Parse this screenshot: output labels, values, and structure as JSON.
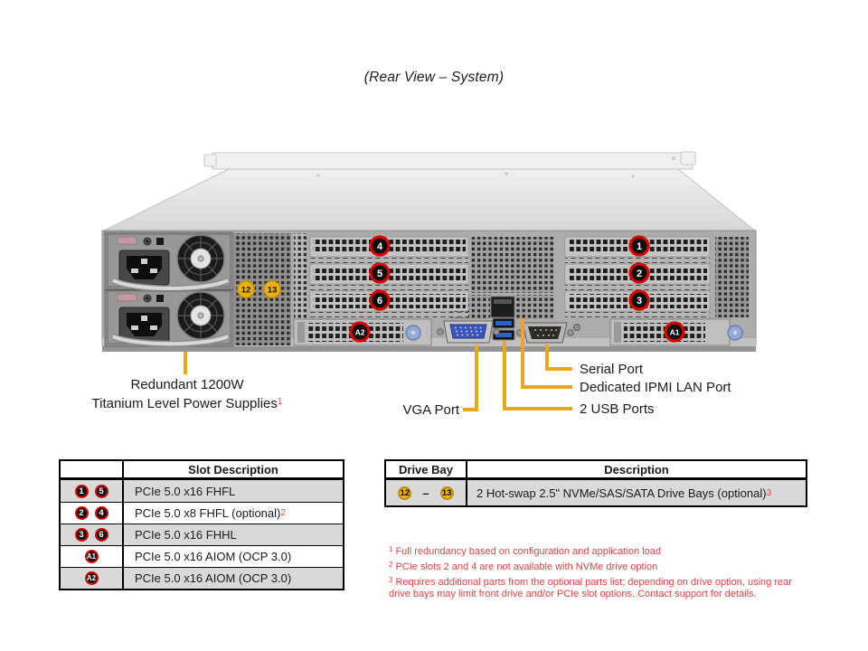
{
  "title": "(Rear View – System)",
  "diagram": {
    "badges": {
      "s1": "1",
      "s2": "2",
      "s3": "3",
      "s4": "4",
      "s5": "5",
      "s6": "6",
      "a1": "A1",
      "a2": "A2",
      "b12": "12",
      "b13": "13"
    },
    "labels": {
      "psu_line1": "Redundant 1200W",
      "psu_line2": "Titanium Level Power Supplies",
      "psu_sup": "1",
      "vga": "VGA Port",
      "serial": "Serial Port",
      "ipmi": "Dedicated IPMI LAN Port",
      "usb": "2 USB Ports"
    }
  },
  "slot_table": {
    "header": "Slot Description",
    "rows": [
      {
        "b1": "1",
        "b2": "5",
        "desc": "PCIe 5.0 x16 FHFL",
        "sup": ""
      },
      {
        "b1": "2",
        "b2": "4",
        "desc": "PCIe 5.0 x8 FHFL (optional)",
        "sup": "2"
      },
      {
        "b1": "3",
        "b2": "6",
        "desc": "PCIe 5.0 x16 FHHL",
        "sup": ""
      },
      {
        "b1": "A1",
        "desc": "PCIe 5.0 x16 AIOM (OCP 3.0)",
        "sup": ""
      },
      {
        "b1": "A2",
        "desc": "PCIe 5.0 x16 AIOM (OCP 3.0)",
        "sup": ""
      }
    ]
  },
  "drive_table": {
    "header_bay": "Drive Bay",
    "header_desc": "Description",
    "row": {
      "b1": "12",
      "dash": "–",
      "b2": "13",
      "desc": "2 Hot-swap 2.5\" NVMe/SAS/SATA Drive Bays (optional)",
      "sup": "3"
    }
  },
  "footnotes": [
    {
      "sup": "1",
      "text": "Full redundancy based on configuration and application load"
    },
    {
      "sup": "2",
      "text": "PCIe slots 2 and 4 are not available with NVMe drive option"
    },
    {
      "sup": "3",
      "text": "Requires additional parts from the optional parts list; depending on drive option, using rear drive bays may limit front drive and/or PCIe slot options. Contact support for details."
    }
  ],
  "colors": {
    "callout_yellow": "#E9A81C",
    "badge_red_ring": "#D60000",
    "badge_yellow_fill": "#F0B213",
    "footnote_red": "#E04343",
    "table_row_gray": "#D9D9D9"
  }
}
